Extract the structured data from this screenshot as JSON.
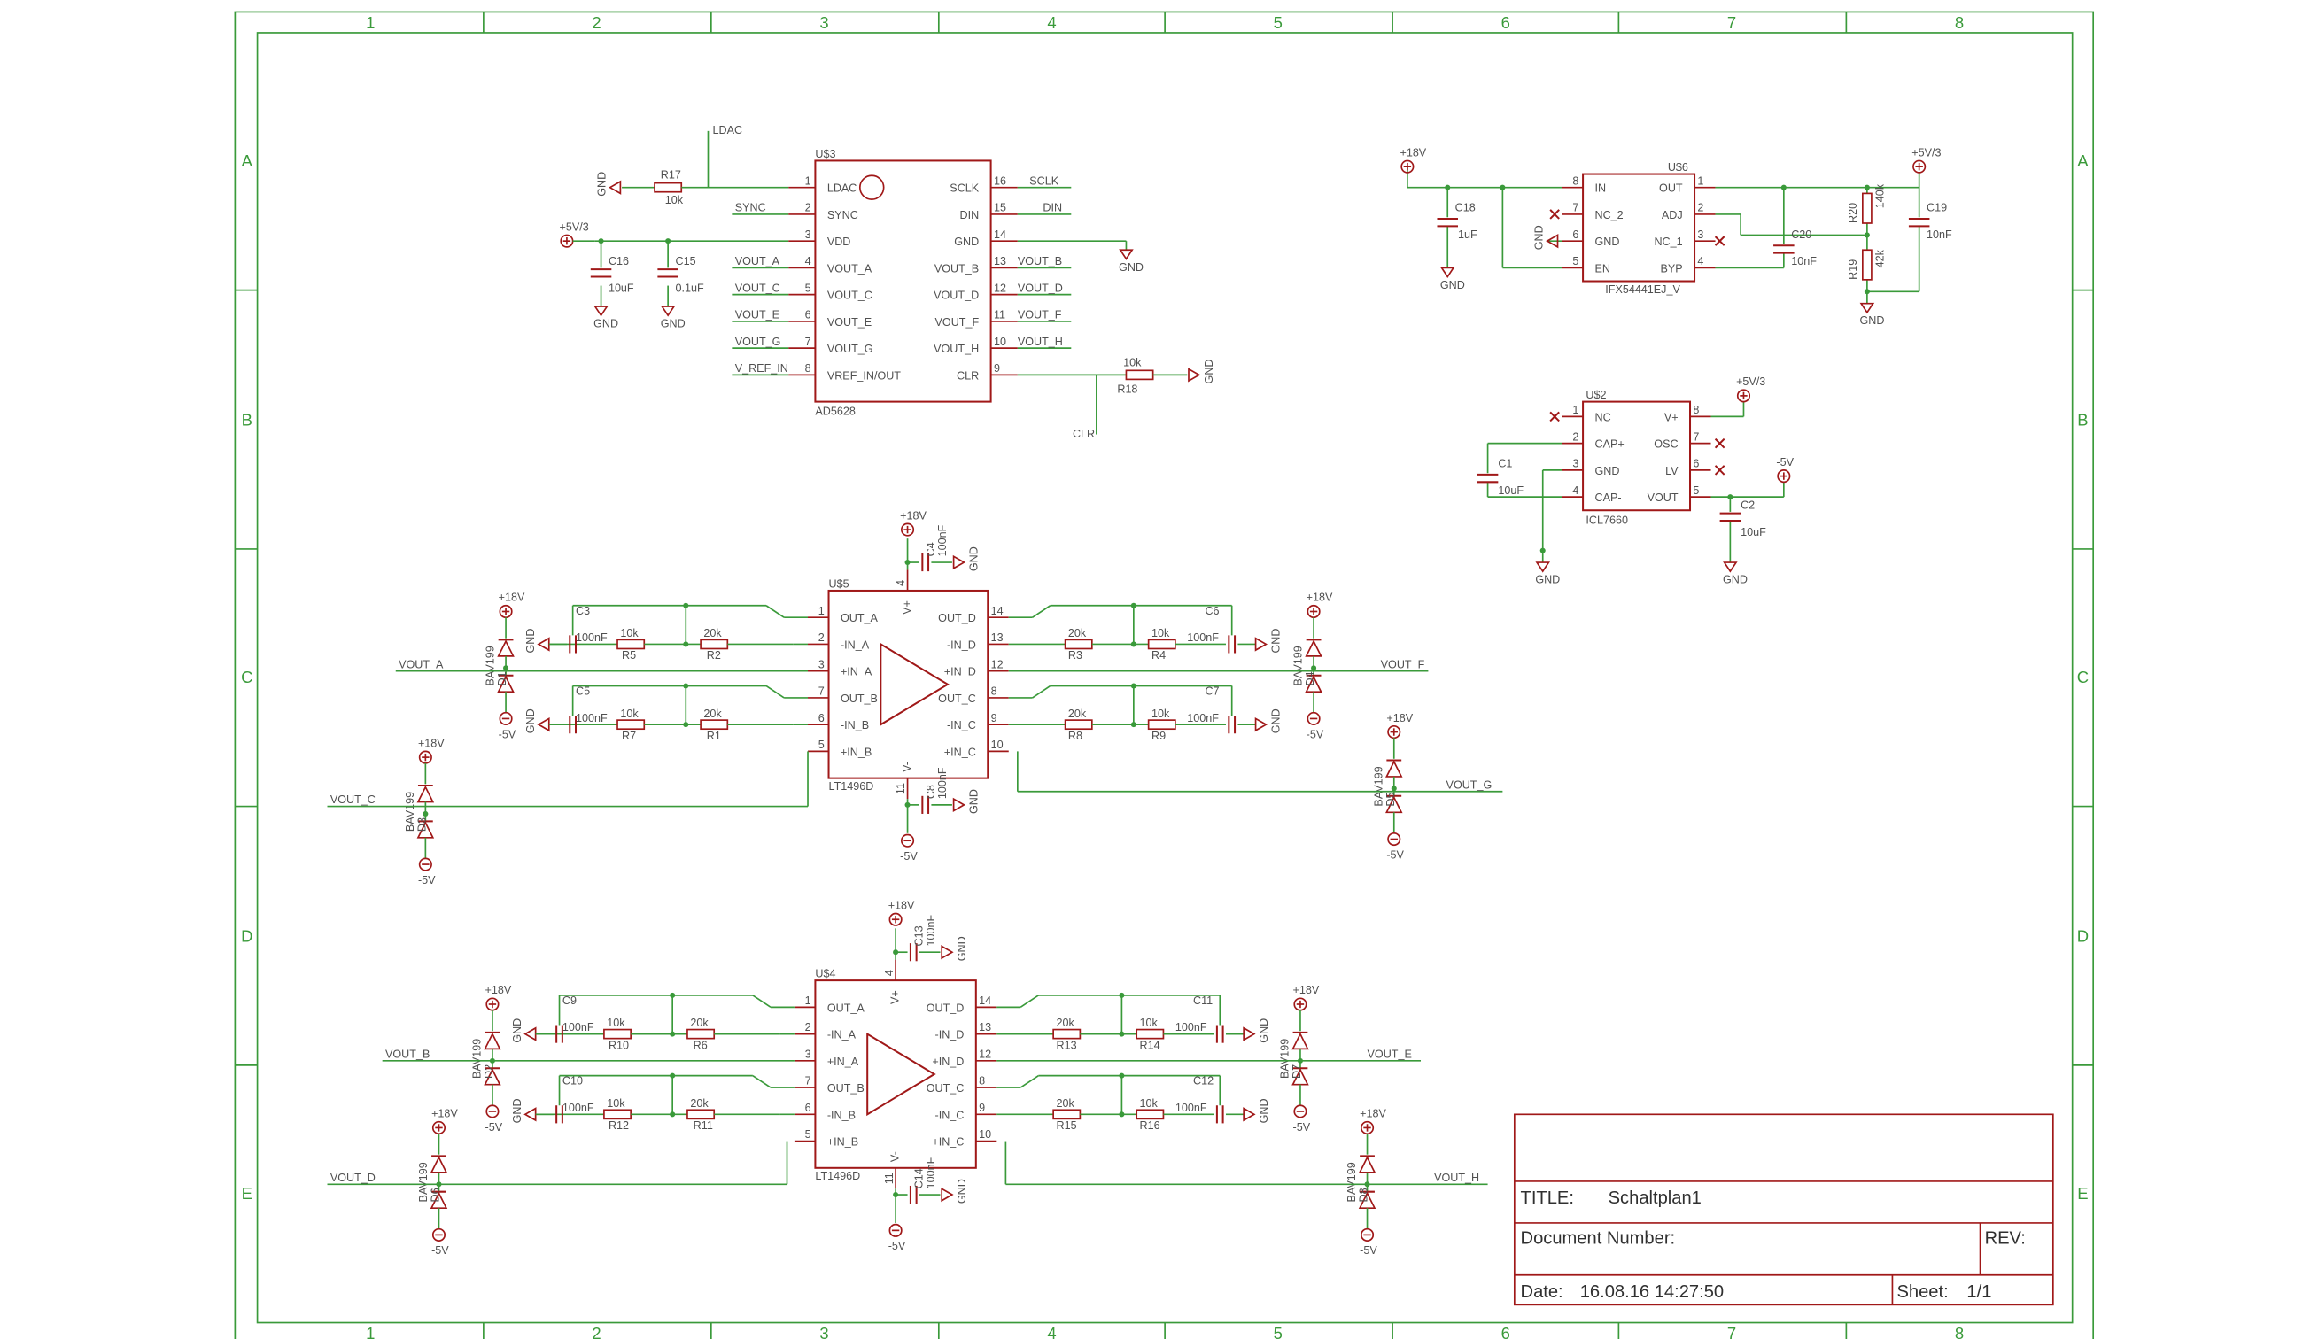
{
  "frame": {
    "columns": [
      "1",
      "2",
      "3",
      "4",
      "5",
      "6",
      "7",
      "8"
    ],
    "rows": [
      "A",
      "B",
      "C",
      "D",
      "E"
    ]
  },
  "title_block": {
    "title_label": "TITLE:",
    "title_value": "Schaltplan1",
    "document_label": "Document Number:",
    "rev_label": "REV:",
    "date_label": "Date:",
    "date_value": "16.08.16 14:27:50",
    "sheet_label": "Sheet:",
    "sheet_value": "1/1"
  },
  "u3": {
    "name": "U$3",
    "value": "AD5628",
    "pins_left": [
      {
        "num": "1",
        "name": "LDAC"
      },
      {
        "num": "2",
        "name": "SYNC"
      },
      {
        "num": "3",
        "name": "VDD"
      },
      {
        "num": "4",
        "name": "VOUT_A"
      },
      {
        "num": "5",
        "name": "VOUT_C"
      },
      {
        "num": "6",
        "name": "VOUT_E"
      },
      {
        "num": "7",
        "name": "VOUT_G"
      },
      {
        "num": "8",
        "name": "VREF_IN/OUT"
      }
    ],
    "pins_right": [
      {
        "num": "16",
        "name": "SCLK"
      },
      {
        "num": "15",
        "name": "DIN"
      },
      {
        "num": "14",
        "name": "GND"
      },
      {
        "num": "13",
        "name": "VOUT_B"
      },
      {
        "num": "12",
        "name": "VOUT_D"
      },
      {
        "num": "11",
        "name": "VOUT_F"
      },
      {
        "num": "10",
        "name": "VOUT_H"
      },
      {
        "num": "9",
        "name": "CLR"
      }
    ],
    "nets_left": [
      "",
      "SYNC",
      "",
      "VOUT_A",
      "VOUT_C",
      "VOUT_E",
      "VOUT_G",
      "V_REF_IN"
    ],
    "nets_right": [
      "SCLK",
      "DIN",
      "",
      "VOUT_B",
      "VOUT_D",
      "VOUT_F",
      "VOUT_H",
      ""
    ],
    "ldac": "LDAC",
    "clr": "CLR",
    "r17": {
      "name": "R17",
      "value": "10k"
    },
    "r18": {
      "name": "R18",
      "value": "10k"
    },
    "c16": {
      "name": "C16",
      "value": "10uF"
    },
    "c15": {
      "name": "C15",
      "value": "0.1uF"
    }
  },
  "u6": {
    "name": "U$6",
    "value": "IFX54441EJ_V",
    "pins_left": [
      {
        "num": "8",
        "name": "IN"
      },
      {
        "num": "7",
        "name": "NC_2"
      },
      {
        "num": "6",
        "name": "GND"
      },
      {
        "num": "5",
        "name": "EN"
      }
    ],
    "pins_right": [
      {
        "num": "1",
        "name": "OUT"
      },
      {
        "num": "2",
        "name": "ADJ"
      },
      {
        "num": "3",
        "name": "NC_1"
      },
      {
        "num": "4",
        "name": "BYP"
      }
    ],
    "c18": {
      "name": "C18",
      "value": "1uF"
    },
    "c20": {
      "name": "C20",
      "value": "10nF"
    },
    "c19": {
      "name": "C19",
      "value": "10nF"
    },
    "r20": {
      "name": "R20",
      "value": "140k"
    },
    "r19": {
      "name": "R19",
      "value": "42k"
    }
  },
  "u2": {
    "name": "U$2",
    "value": "ICL7660",
    "pins_left": [
      {
        "num": "1",
        "name": "NC"
      },
      {
        "num": "2",
        "name": "CAP+"
      },
      {
        "num": "3",
        "name": "GND"
      },
      {
        "num": "4",
        "name": "CAP-"
      }
    ],
    "pins_right": [
      {
        "num": "8",
        "name": "V+"
      },
      {
        "num": "7",
        "name": "OSC"
      },
      {
        "num": "6",
        "name": "LV"
      },
      {
        "num": "5",
        "name": "VOUT"
      }
    ],
    "c1": {
      "name": "C1",
      "value": "10uF"
    },
    "c2": {
      "name": "C2",
      "value": "10uF"
    }
  },
  "u5": {
    "name": "U$5",
    "value": "LT1496D",
    "pins_left": [
      {
        "num": "1",
        "name": "OUT_A"
      },
      {
        "num": "2",
        "name": "-IN_A"
      },
      {
        "num": "3",
        "name": "+IN_A"
      },
      {
        "num": "7",
        "name": "OUT_B"
      },
      {
        "num": "6",
        "name": "-IN_B"
      },
      {
        "num": "5",
        "name": "+IN_B"
      }
    ],
    "pins_right": [
      {
        "num": "14",
        "name": "OUT_D"
      },
      {
        "num": "13",
        "name": "-IN_D"
      },
      {
        "num": "12",
        "name": "+IN_D"
      },
      {
        "num": "8",
        "name": "OUT_C"
      },
      {
        "num": "9",
        "name": "-IN_C"
      },
      {
        "num": "10",
        "name": "+IN_C"
      }
    ],
    "vplus": "V+",
    "vminus": "V-",
    "pin4": "4",
    "pin11": "11"
  },
  "u4": {
    "name": "U$4",
    "value": "LT1496D",
    "pins_left": [
      {
        "num": "1",
        "name": "OUT_A"
      },
      {
        "num": "2",
        "name": "-IN_A"
      },
      {
        "num": "3",
        "name": "+IN_A"
      },
      {
        "num": "7",
        "name": "OUT_B"
      },
      {
        "num": "6",
        "name": "-IN_B"
      },
      {
        "num": "5",
        "name": "+IN_B"
      }
    ],
    "pins_right": [
      {
        "num": "14",
        "name": "OUT_D"
      },
      {
        "num": "13",
        "name": "-IN_D"
      },
      {
        "num": "12",
        "name": "+IN_D"
      },
      {
        "num": "8",
        "name": "OUT_C"
      },
      {
        "num": "9",
        "name": "-IN_C"
      },
      {
        "num": "10",
        "name": "+IN_C"
      }
    ],
    "vplus": "V+",
    "vminus": "V-",
    "pin4": "4",
    "pin11": "11"
  },
  "stages": {
    "u5_left_top": {
      "cap": "C3",
      "cap_value": "100nF",
      "r_in": "R5",
      "r_in_value": "10k",
      "r_fb": "R2",
      "r_fb_value": "20k"
    },
    "u5_left_bot": {
      "cap": "C5",
      "cap_value": "100nF",
      "r_in": "R7",
      "r_in_value": "10k",
      "r_fb": "R1",
      "r_fb_value": "20k"
    },
    "u5_right_top": {
      "cap": "C6",
      "cap_value": "100nF",
      "r_in": "R4",
      "r_in_value": "10k",
      "r_fb": "R3",
      "r_fb_value": "20k"
    },
    "u5_right_bot": {
      "cap": "C7",
      "cap_value": "100nF",
      "r_in": "R9",
      "r_in_value": "10k",
      "r_fb": "R8",
      "r_fb_value": "20k"
    },
    "u4_left_top": {
      "cap": "C9",
      "cap_value": "100nF",
      "r_in": "R10",
      "r_in_value": "10k",
      "r_fb": "R6",
      "r_fb_value": "20k"
    },
    "u4_left_bot": {
      "cap": "C10",
      "cap_value": "100nF",
      "r_in": "R12",
      "r_in_value": "10k",
      "r_fb": "R11",
      "r_fb_value": "20k"
    },
    "u4_right_top": {
      "cap": "C11",
      "cap_value": "100nF",
      "r_in": "R14",
      "r_in_value": "10k",
      "r_fb": "R13",
      "r_fb_value": "20k"
    },
    "u4_right_bot": {
      "cap": "C12",
      "cap_value": "100nF",
      "r_in": "R16",
      "r_in_value": "10k",
      "r_fb": "R15",
      "r_fb_value": "20k"
    }
  },
  "decoupling": {
    "c4": {
      "name": "C4",
      "value": "100nF"
    },
    "c8": {
      "name": "C8",
      "value": "100nF"
    },
    "c13": {
      "name": "C13",
      "value": "100nF"
    },
    "c14": {
      "name": "C14",
      "value": "100nF"
    }
  },
  "diodes": [
    {
      "name": "D1",
      "value": "BAV199",
      "net": "VOUT_A"
    },
    {
      "name": "D3",
      "value": "BAV199",
      "net": "VOUT_C"
    },
    {
      "name": "D4",
      "value": "BAV199",
      "net": "VOUT_F"
    },
    {
      "name": "D5",
      "value": "BAV199",
      "net": "VOUT_G"
    },
    {
      "name": "D2",
      "value": "BAV199",
      "net": "VOUT_B"
    },
    {
      "name": "D6",
      "value": "BAV199",
      "net": "VOUT_D"
    },
    {
      "name": "D7",
      "value": "BAV199",
      "net": "VOUT_E"
    },
    {
      "name": "D8",
      "value": "BAV199",
      "net": "VOUT_H"
    }
  ],
  "supplies": {
    "p18": "+18V",
    "m5": "-5V",
    "p5v3": "+5V/3",
    "gnd": "GND"
  },
  "colors": {
    "frame": "#3a9a3a",
    "symbol": "#a01818",
    "text": "#505050",
    "titleText": "#303030"
  }
}
